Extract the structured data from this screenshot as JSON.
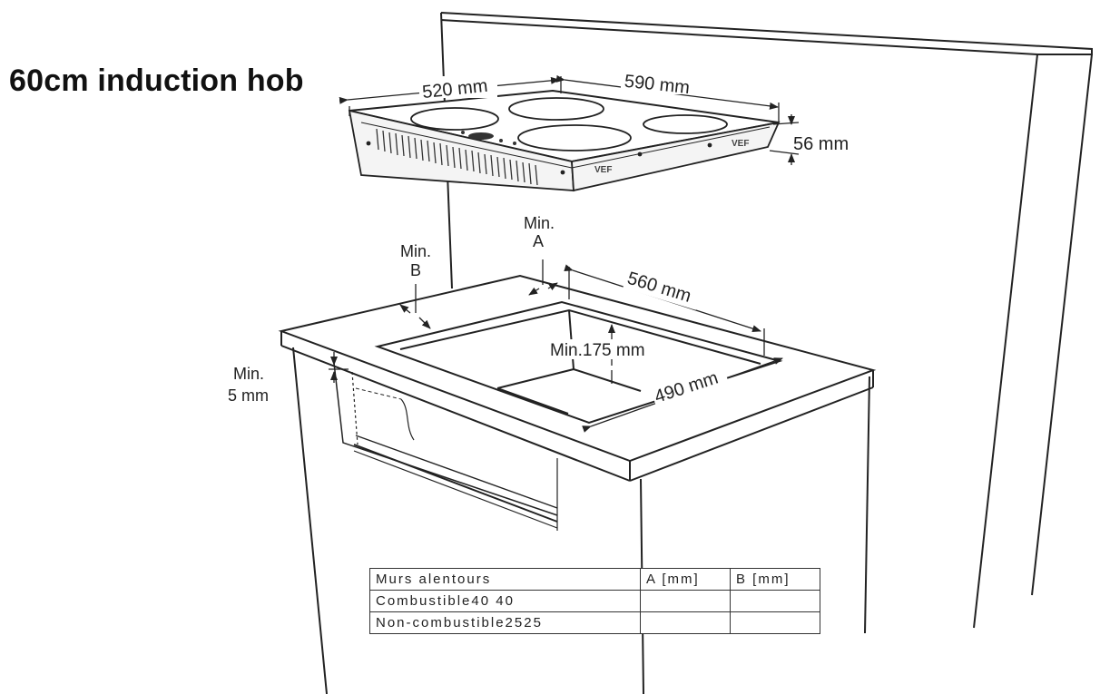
{
  "title": "60cm induction hob",
  "dimensions": {
    "hob_depth": "520 mm",
    "hob_width": "590 mm",
    "hob_height": "56 mm",
    "cutout_width": "560 mm",
    "cutout_depth": "490 mm",
    "min_depth_below": "Min.175 mm",
    "min_label": "Min.",
    "min_a_letter": "A",
    "min_b_letter": "B",
    "min_gap": "5 mm"
  },
  "table": {
    "headers": [
      "Murs alentours",
      "A [mm]",
      "B [mm]"
    ],
    "rows": [
      [
        "Combustible40 40",
        "",
        ""
      ],
      [
        "Non-combustible2525",
        "",
        ""
      ]
    ]
  }
}
